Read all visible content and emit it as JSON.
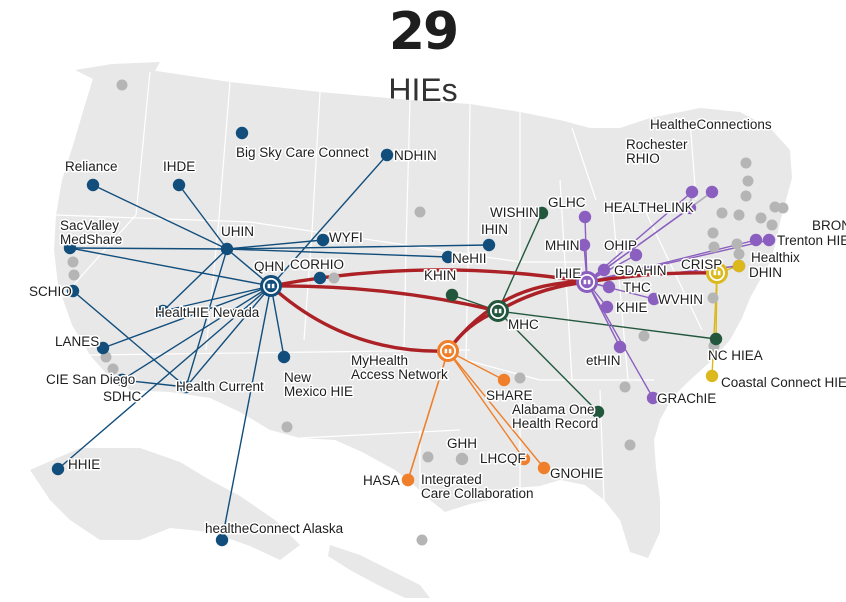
{
  "header": {
    "count": "29",
    "label": "HIEs"
  },
  "colors": {
    "map_fill": "#e8e8e8",
    "state_border": "#ffffff",
    "blue": "#124e7c",
    "purple": "#8b5fbf",
    "green": "#22573d",
    "orange": "#ef7f2a",
    "yellow": "#dbb81c",
    "gray": "#b5b5b5",
    "hub_link": "#ab2126"
  },
  "hubs": [
    {
      "id": "QHN",
      "label": "QHN",
      "color": "blue"
    },
    {
      "id": "IHIE",
      "label": "IHIE",
      "color": "purple"
    },
    {
      "id": "MHC",
      "label": "MHC",
      "color": "green"
    },
    {
      "id": "MYHEALTH",
      "label": "MyHealth\nAccess Network",
      "color": "orange"
    },
    {
      "id": "CRISP",
      "label": "CRISP",
      "color": "yellow"
    }
  ],
  "nodes": [
    {
      "id": "BIGSKY",
      "label": "Big Sky Care Connect",
      "color": "blue",
      "hub": null
    },
    {
      "id": "NDHIN",
      "label": "NDHIN",
      "color": "blue",
      "hub": "QHN"
    },
    {
      "id": "RELIANCE",
      "label": "Reliance",
      "color": "blue",
      "hub": "UHIN"
    },
    {
      "id": "IHDE",
      "label": "IHDE",
      "color": "blue",
      "hub": "UHIN"
    },
    {
      "id": "UHIN",
      "label": "UHIN",
      "color": "blue",
      "hub": "QHN"
    },
    {
      "id": "SACVALLEY",
      "label": "SacValley\nMedShare",
      "color": "blue",
      "hub": "QHN"
    },
    {
      "id": "WYFI",
      "label": "WYFI",
      "color": "blue",
      "hub": "UHIN"
    },
    {
      "id": "IHIN",
      "label": "IHIN",
      "color": "blue",
      "hub": "UHIN"
    },
    {
      "id": "NEHII",
      "label": "NeHII",
      "color": "blue",
      "hub": "UHIN"
    },
    {
      "id": "CORHIO",
      "label": "CORHIO",
      "color": "blue",
      "hub": "QHN"
    },
    {
      "id": "SCHIO",
      "label": "SCHIO",
      "color": "blue",
      "hub": "HEALTHCURRENT"
    },
    {
      "id": "HEALTHIENV",
      "label": "HealtHIE Nevada",
      "color": "blue",
      "hub": "QHN"
    },
    {
      "id": "LANES",
      "label": "LANES",
      "color": "blue",
      "hub": "QHN"
    },
    {
      "id": "CIESD",
      "label": "CIE San Diego",
      "color": "blue",
      "hub": "HEALTHCURRENT"
    },
    {
      "id": "SDHC",
      "label": "SDHC",
      "color": "blue",
      "hub": null
    },
    {
      "id": "HEALTHCURRENT",
      "label": "Health Current",
      "color": "blue",
      "hub": "QHN"
    },
    {
      "id": "NMHIE",
      "label": "New\nMexico HIE",
      "color": "blue",
      "hub": "QHN"
    },
    {
      "id": "HHIE",
      "label": "HHIE",
      "color": "blue",
      "hub": "QHN"
    },
    {
      "id": "HEALTHECONNECTAK",
      "label": "healtheConnect Alaska",
      "color": "blue",
      "hub": "QHN"
    },
    {
      "id": "WISHIN",
      "label": "WISHIN",
      "color": "green",
      "hub": "MHC"
    },
    {
      "id": "KHIN",
      "label": "KHIN",
      "color": "green",
      "hub": "MHC"
    },
    {
      "id": "NCHIEA",
      "label": "NC HIEA",
      "color": "green",
      "hub": "MHC"
    },
    {
      "id": "ALONE",
      "label": "Alabama One\nHealth Record",
      "color": "green",
      "hub": "MHC"
    },
    {
      "id": "GLHC",
      "label": "GLHC",
      "color": "purple",
      "hub": "IHIE"
    },
    {
      "id": "HEALTHELINK",
      "label": "HEALTHeLINK",
      "color": "purple",
      "hub": "IHIE"
    },
    {
      "id": "HEALTHECONNECTIONS",
      "label": "HealtheConnections",
      "color": "purple",
      "hub": "IHIE"
    },
    {
      "id": "ROCHESTER",
      "label": "Rochester\nRHIO",
      "color": "purple",
      "hub": "IHIE"
    },
    {
      "id": "BRONX",
      "label": "BRONX",
      "color": "purple",
      "hub": "IHIE"
    },
    {
      "id": "TRENTON",
      "label": "Trenton HIE",
      "color": "purple",
      "hub": "IHIE"
    },
    {
      "id": "HEALTHIX",
      "label": "Healthix",
      "color": "purple",
      "hub": "IHIE"
    },
    {
      "id": "MHIN",
      "label": "MHIN",
      "color": "purple",
      "hub": "IHIE"
    },
    {
      "id": "OHIP",
      "label": "OHIP",
      "color": "purple",
      "hub": "IHIE"
    },
    {
      "id": "GDAHIN",
      "label": "GDAHIN",
      "color": "purple",
      "hub": "IHIE"
    },
    {
      "id": "THC",
      "label": "THC",
      "color": "purple",
      "hub": "IHIE"
    },
    {
      "id": "KHIE",
      "label": "KHIE",
      "color": "purple",
      "hub": "IHIE"
    },
    {
      "id": "WVHIN",
      "label": "WVHIN",
      "color": "purple",
      "hub": "IHIE"
    },
    {
      "id": "ETHIN",
      "label": "etHIN",
      "color": "purple",
      "hub": "IHIE"
    },
    {
      "id": "GRACHIE",
      "label": "GRAChIE",
      "color": "purple",
      "hub": "IHIE"
    },
    {
      "id": "DHIN",
      "label": "DHIN",
      "color": "yellow",
      "hub": "CRISP"
    },
    {
      "id": "COASTAL",
      "label": "Coastal Connect HIE",
      "color": "yellow",
      "hub": "CRISP"
    },
    {
      "id": "SHARE",
      "label": "SHARE",
      "color": "orange",
      "hub": "MYHEALTH"
    },
    {
      "id": "LHCQF",
      "label": "LHCQF",
      "color": "orange",
      "hub": "MYHEALTH"
    },
    {
      "id": "GNOHIE",
      "label": "GNOHIE",
      "color": "orange",
      "hub": "MYHEALTH"
    },
    {
      "id": "HASA",
      "label": "HASA",
      "color": "orange",
      "hub": "MYHEALTH"
    },
    {
      "id": "ICC",
      "label": "Integrated\nCare Collaboration",
      "color": "orange",
      "hub": null
    },
    {
      "id": "GHH",
      "label": "GHH",
      "color": "gray",
      "hub": null
    }
  ],
  "hub_links": [
    {
      "from": "QHN",
      "to": "IHIE"
    },
    {
      "from": "QHN",
      "to": "MHC"
    },
    {
      "from": "QHN",
      "to": "MYHEALTH"
    },
    {
      "from": "IHIE",
      "to": "MHC"
    },
    {
      "from": "IHIE",
      "to": "MYHEALTH"
    },
    {
      "from": "IHIE",
      "to": "CRISP"
    },
    {
      "from": "MHC",
      "to": "MYHEALTH"
    }
  ],
  "extra_links": [
    {
      "from": "HEALTHECONNECTIONS",
      "to": "HEALTHELINK",
      "color": "gray"
    },
    {
      "from": "ROCHESTER",
      "to": "HEALTHELINK",
      "color": "gray"
    },
    {
      "from": "HEALTHIENV",
      "to": "UHIN",
      "color": "blue"
    },
    {
      "from": "HEALTHCURRENT",
      "to": "UHIN",
      "color": "blue"
    },
    {
      "from": "SACVALLEY",
      "to": "UHIN",
      "color": "blue"
    },
    {
      "from": "CIESD",
      "to": "QHN",
      "color": "blue"
    },
    {
      "from": "NCHIEA",
      "to": "CRISP",
      "color": "yellow"
    },
    {
      "from": "ICC",
      "to": "MYHEALTH",
      "color": "orange"
    }
  ]
}
